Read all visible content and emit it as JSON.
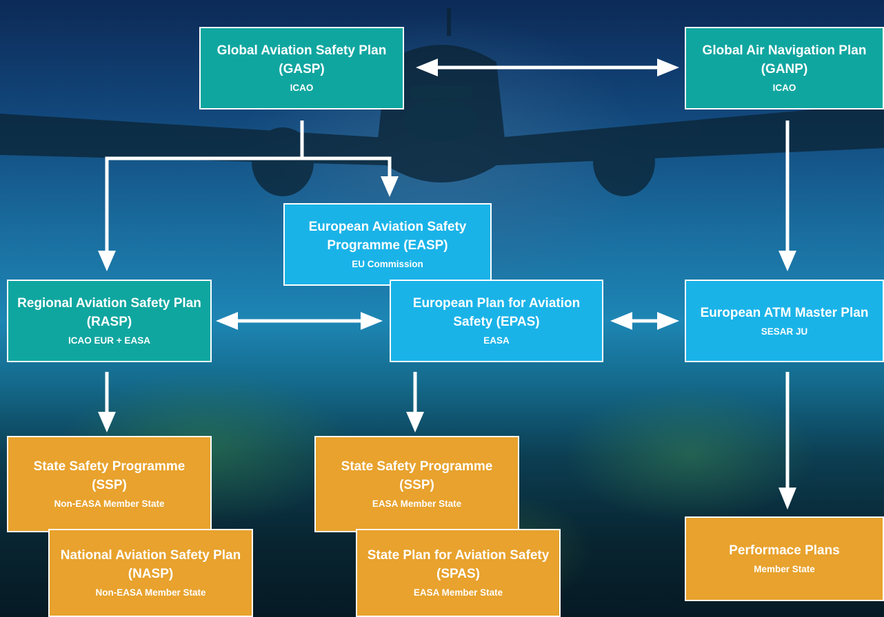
{
  "boxes": {
    "gasp": {
      "title": "Global Aviation Safety Plan (GASP)",
      "owner": "ICAO"
    },
    "ganp": {
      "title": "Global Air Navigation Plan (GANP)",
      "owner": "ICAO"
    },
    "easp": {
      "title": "European Aviation Safety Programme (EASP)",
      "owner": "EU Commission"
    },
    "rasp": {
      "title": "Regional Aviation Safety Plan (RASP)",
      "owner": "ICAO EUR + EASA"
    },
    "epas": {
      "title": "European Plan for Aviation Safety (EPAS)",
      "owner": "EASA"
    },
    "atm_master_plan": {
      "title": "European ATM Master Plan",
      "owner": "SESAR JU"
    },
    "ssp_non_easa": {
      "title": "State Safety Programme (SSP)",
      "owner": "Non-EASA Member State"
    },
    "nasp": {
      "title": "National Aviation Safety Plan (NASP)",
      "owner": "Non-EASA Member State"
    },
    "ssp_easa": {
      "title": "State Safety Programme (SSP)",
      "owner": "EASA Member State"
    },
    "spas": {
      "title": "State Plan for Aviation Safety (SPAS)",
      "owner": "EASA Member State"
    },
    "performance_plans": {
      "title": "Performace Plans",
      "owner": "Member State"
    }
  },
  "colors": {
    "icao_teal": "#10a6a0",
    "eu_blue": "#1ab3e8",
    "state_orange": "#e8a22d",
    "connector": "#ffffff"
  }
}
